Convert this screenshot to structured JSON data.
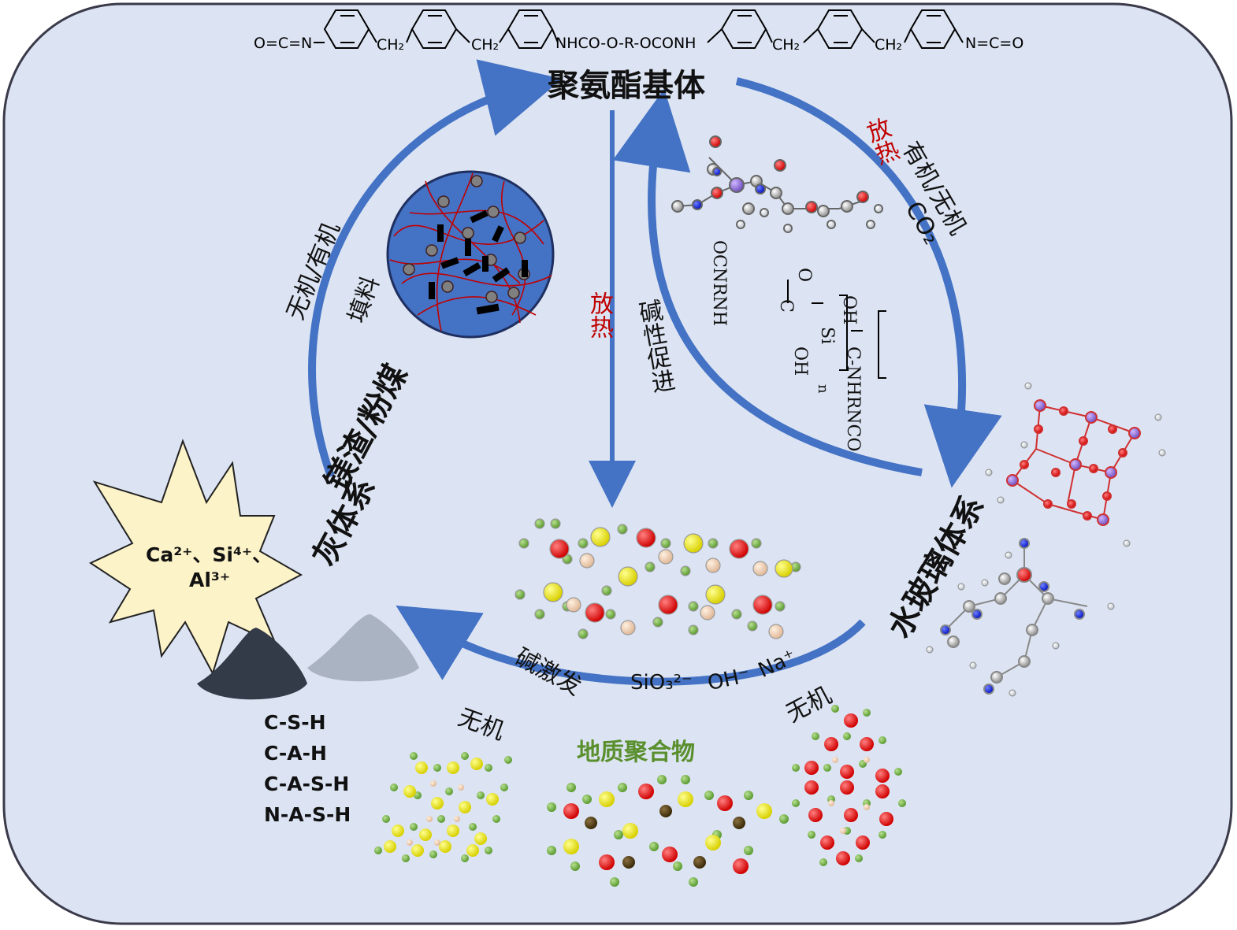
{
  "center_title": "聚氨酯基体",
  "left_node": "镁渣/粉煤\n灰体系",
  "left_node_line1": "镁渣/粉煤",
  "left_node_line2": "灰体系",
  "right_node": "水玻璃体系",
  "bottom_label": "地质聚合物",
  "edge_left_1": "无机/有机",
  "edge_left_2": "填料",
  "edge_right_exo": "放热",
  "edge_right_1": "有机/无机",
  "edge_right_2": "CO₂",
  "edge_center_exo": "放热",
  "edge_center_alkali": "碱性促进",
  "edge_bottom_1": "碱激发",
  "ion_sio": "SiO₃²⁻",
  "ion_oh": "OH⁻",
  "ion_na": "Na⁺",
  "inorganic_left": "无机",
  "inorganic_right": "无机",
  "star_line1": "Ca²⁺、Si⁴⁺、",
  "star_line2": "Al³⁺",
  "phases": [
    "C-S-H",
    "C-A-H",
    "C-A-S-H",
    "N-A-S-H"
  ],
  "formula_top_left": "O=C=N",
  "formula_ch2_1": "CH₂",
  "formula_ch2_2": "CH₂",
  "formula_mid": "NHCO-O-R-OCONH",
  "formula_ch2_3": "CH₂",
  "formula_ch2_4": "CH₂",
  "formula_top_right": "N=C=O",
  "struct_ocnrnh": "OCNRNH",
  "struct_c1": "C",
  "struct_o1": "O",
  "struct_si": "Si",
  "struct_oh1": "OH",
  "struct_oh2": "OH",
  "struct_nhrnco": "C-NHRNCO",
  "struct_n": "n",
  "colors": {
    "background": "#dce4f3",
    "arrow": "#4472c4",
    "exotherm": "#c00000",
    "geopolymer": "#5a8f2e",
    "star_fill": "#fdf3c8"
  }
}
